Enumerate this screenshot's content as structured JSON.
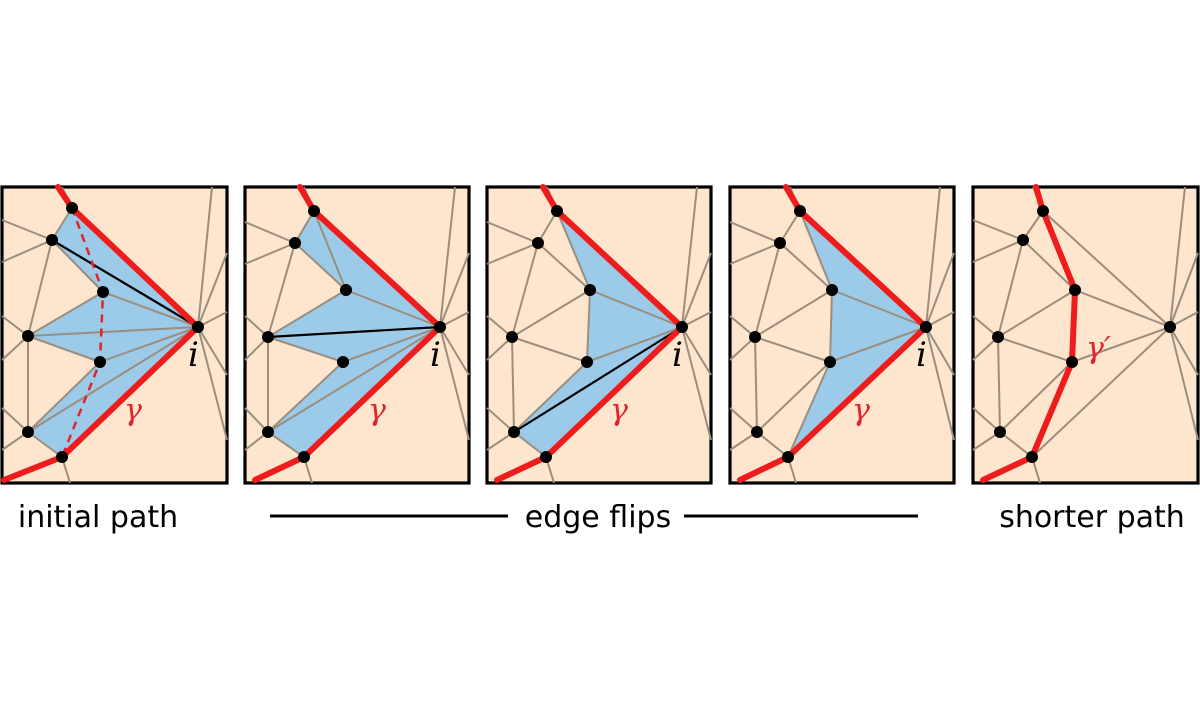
{
  "panels": [
    {
      "vertex_label": "i",
      "path_label": "γ"
    },
    {
      "vertex_label": "i",
      "path_label": "γ"
    },
    {
      "vertex_label": "i",
      "path_label": "γ"
    },
    {
      "vertex_label": "i",
      "path_label": "γ"
    },
    {
      "vertex_label": "",
      "path_label": "γ′"
    }
  ],
  "captions": {
    "initial": "initial path",
    "middle": "edge flips",
    "final": "shorter path"
  },
  "colors": {
    "background": "#fde6cd",
    "region": "#9ccbe9",
    "path": "#ee1c1c",
    "mesh": "#9b8e7f"
  }
}
